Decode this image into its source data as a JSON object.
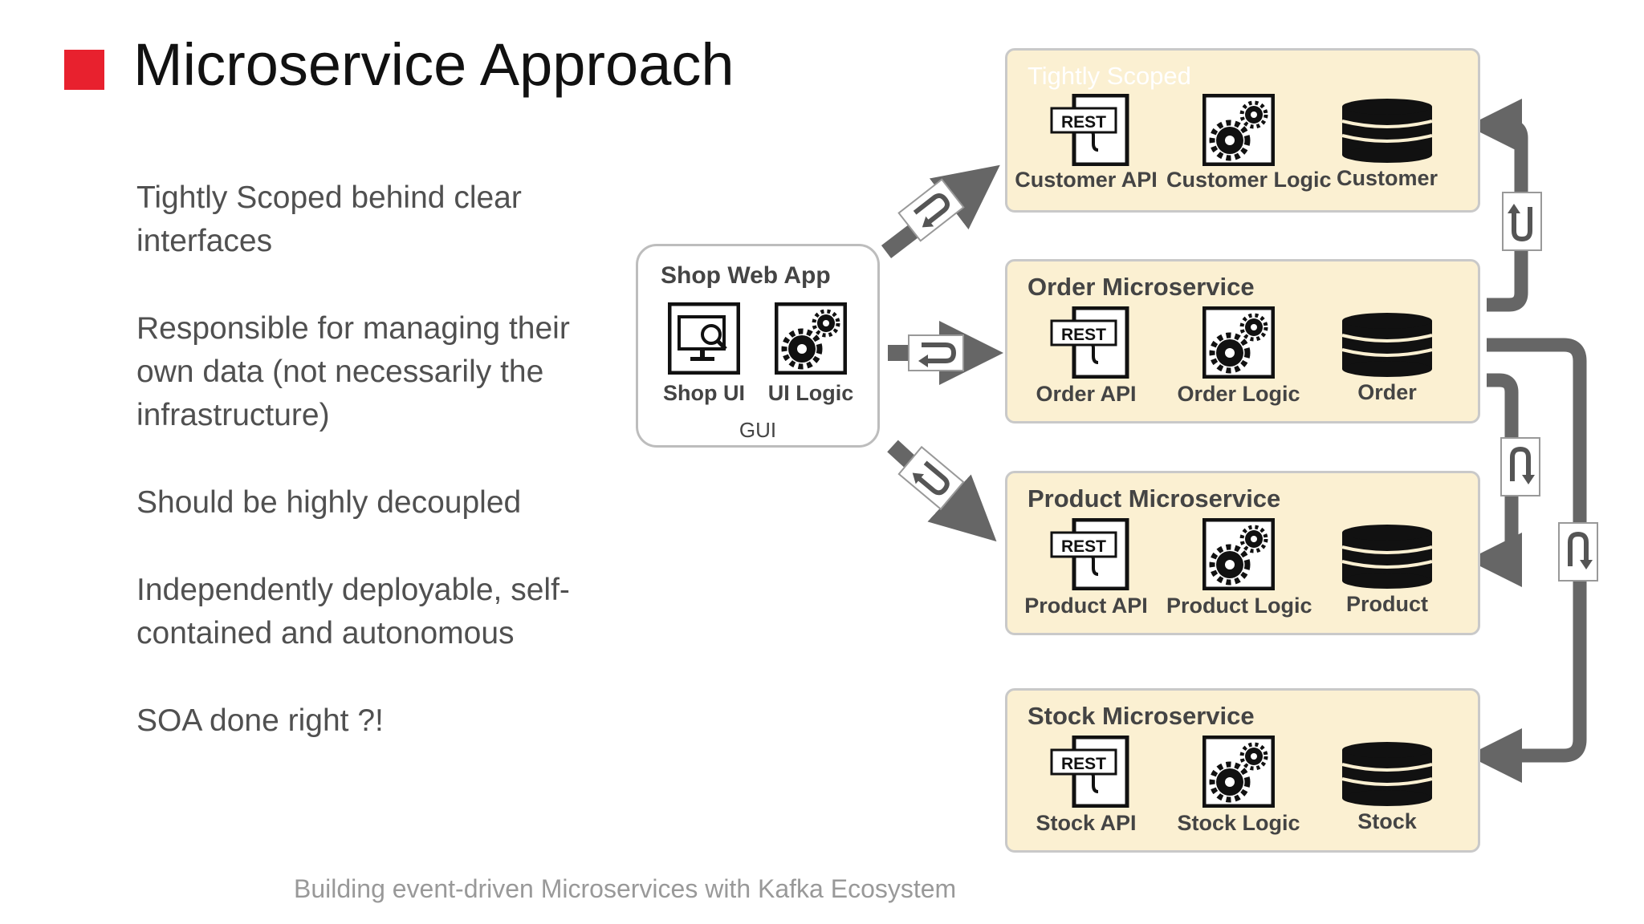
{
  "slide": {
    "title": "Microservice Approach",
    "accent_color": "#e8212e",
    "bullets": [
      "Tightly Scoped behind clear interfaces",
      "Responsible for managing their own data (not necessarily the infrastructure)",
      "Should be highly decoupled",
      "Independently deployable, self-contained and autonomous",
      "SOA done right ?!"
    ],
    "footer": "Building event-driven Microservices with Kafka Ecosystem"
  },
  "gui": {
    "title": "Shop Web App",
    "caption": "GUI",
    "ui_label": "Shop UI",
    "logic_label": "UI Logic"
  },
  "services": {
    "customer": {
      "title": "Tightly Scoped",
      "api": "Customer API",
      "logic": "Customer Logic",
      "db": "Customer"
    },
    "order": {
      "title": "Order Microservice",
      "api": "Order API",
      "logic": "Order Logic",
      "db": "Order"
    },
    "product": {
      "title": "Product Microservice",
      "api": "Product API",
      "logic": "Product Logic",
      "db": "Product"
    },
    "stock": {
      "title": "Stock Microservice",
      "api": "Stock API",
      "logic": "Stock Logic",
      "db": "Stock"
    }
  },
  "rest_label": "REST",
  "service_fill": "#fbf0d2",
  "connector_color": "#666666",
  "icons": [
    "rest-api-icon",
    "gears-icon",
    "database-icon",
    "monitor-search-icon",
    "request-response-icon"
  ]
}
